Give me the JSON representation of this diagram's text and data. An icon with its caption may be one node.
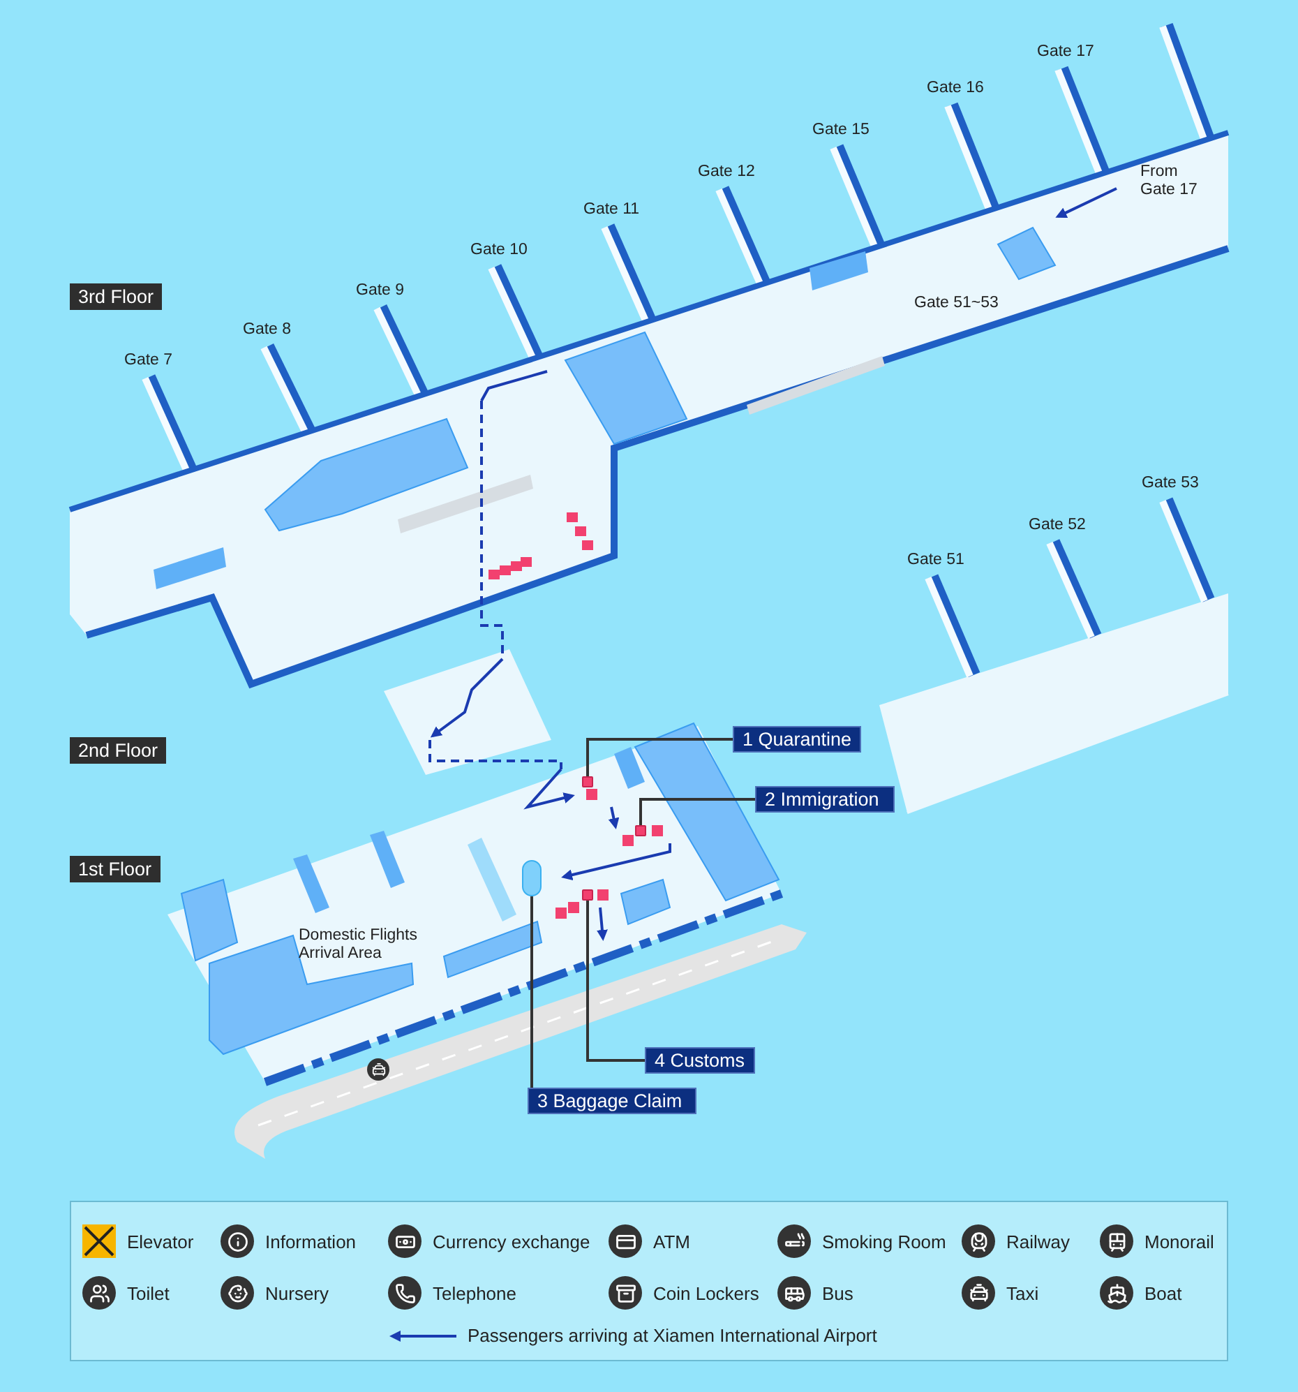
{
  "diagram": {
    "nodes": [
      {
        "text": [
          "1 Quarantine"
        ]
      },
      {
        "text": [],
        "shape": "box"
      },
      {
        "text": [
          "2 Immigration"
        ]
      },
      {
        "text": [],
        "shape": "box"
      },
      {
        "text": [
          "3 Baggage Claim"
        ]
      },
      {
        "text": [],
        "shape": "bar"
      },
      {
        "text": [
          "4 Customs"
        ]
      },
      {
        "text": [],
        "shape": "box"
      }
    ],
    "edges": [
      {
        "from": 0,
        "to": 1,
        "arrow": "none"
      },
      {
        "from": 2,
        "to": 3,
        "arrow": "none"
      },
      {
        "from": 4,
        "to": 5,
        "arrow": "none"
      },
      {
        "from": 6,
        "to": 7,
        "arrow": "none"
      }
    ],
    "labels": [
      "Gate 17",
      "Gate 16",
      "Gate 15",
      "Gate 12",
      "From Gate 17",
      "Gate 11",
      "Gate 10",
      "3rd Floor",
      "Gate 51~53",
      "Gate 9",
      "Gate 8",
      "Gate 7",
      "Gate 53",
      "Gate 52",
      "Gate 51",
      "2nd Floor",
      "1st Floor",
      "Domestic Flights Arrival Area"
    ],
    "legend": [
      {
        "text": "Elevator"
      },
      {
        "text": "Information"
      },
      {
        "text": "Currency exchange"
      },
      {
        "text": "ATM"
      },
      {
        "text": "Smoking Room"
      },
      {
        "text": "Railway"
      },
      {
        "text": "Monorail"
      },
      {
        "text": "Toilet"
      },
      {
        "text": "Nursery"
      },
      {
        "text": "Telephone"
      },
      {
        "text": "Coin Lockers"
      },
      {
        "text": "Bus"
      },
      {
        "text": "Taxi"
      },
      {
        "text": "Boat"
      },
      {
        "text": "Passengers arriving at Xiamen International Airport"
      }
    ]
  }
}
